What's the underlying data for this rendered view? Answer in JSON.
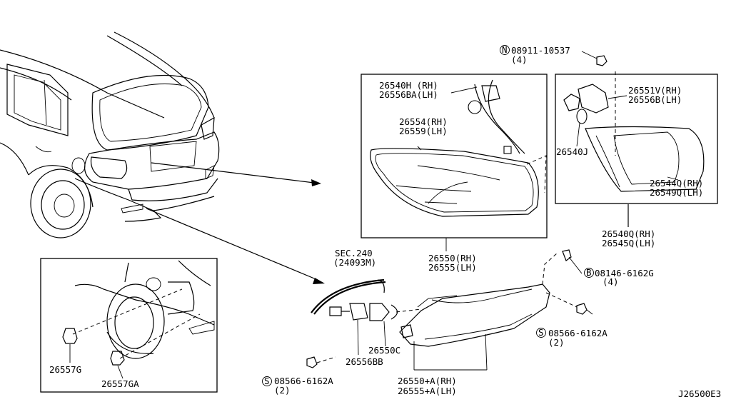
{
  "callouts": {
    "c_08911": "08911-10537",
    "c_08911_qty": "(4)",
    "c_26540H": "26540H (RH)",
    "c_26556BA": "26556BA(LH)",
    "c_26554": "26554(RH)",
    "c_26559": "26559(LH)",
    "c_26551V": "26551V(RH)",
    "c_26556B": "26556B(LH)",
    "c_26540J": "26540J",
    "c_26544Q": "26544Q(RH)",
    "c_26549Q": "26549Q(LH)",
    "c_26540Q": "26540Q(RH)",
    "c_26545Q": "26545Q(LH)",
    "c_26550": "26550(RH)",
    "c_26555": "26555(LH)",
    "c_sec240": "SEC.240",
    "c_24093M": "(24093M)",
    "c_08146": "08146-6162G",
    "c_08146_qty": "(4)",
    "c_08566_r": "08566-6162A",
    "c_08566_r_qty": "(2)",
    "c_26550C": "26550C",
    "c_26556BB": "26556BB",
    "c_08566_l": "08566-6162A",
    "c_08566_l_qty": "(2)",
    "c_26550A": "26550+A(RH)",
    "c_26555A": "26555+A(LH)",
    "c_26557G": "26557G",
    "c_26557GA": "26557GA",
    "prefix_N": "N",
    "prefix_B": "B",
    "prefix_S": "S",
    "diagram_id": "J26500E3"
  }
}
